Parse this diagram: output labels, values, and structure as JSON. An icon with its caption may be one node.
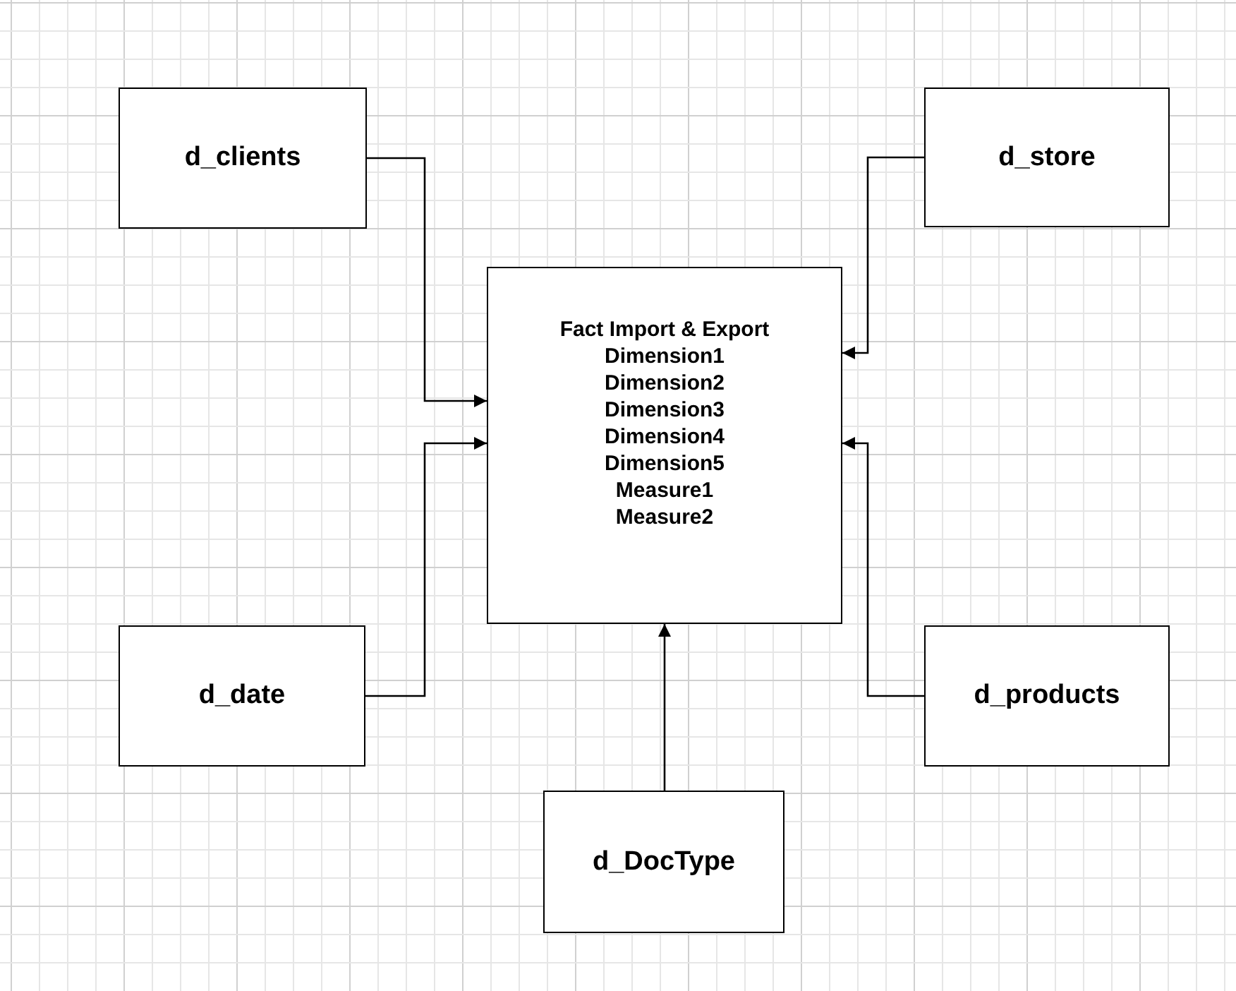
{
  "diagram": {
    "nodes": [
      {
        "text": [
          "d_clients"
        ]
      },
      {
        "text": [
          "d_store"
        ]
      },
      {
        "text": [
          "Fact Import & Export",
          "Dimension1",
          "Dimension2",
          "Dimension3",
          "Dimension4",
          "Dimension5",
          "Measure1",
          "Measure2"
        ]
      },
      {
        "text": [
          "d_date"
        ]
      },
      {
        "text": [
          "d_products"
        ]
      },
      {
        "text": [
          "d_DocType"
        ]
      }
    ],
    "edges": [
      {
        "from": 0,
        "to": 2,
        "arrow": "to"
      },
      {
        "from": 1,
        "to": 2,
        "arrow": "to"
      },
      {
        "from": 3,
        "to": 2,
        "arrow": "to"
      },
      {
        "from": 4,
        "to": 2,
        "arrow": "to"
      },
      {
        "from": 5,
        "to": 2,
        "arrow": "to"
      }
    ]
  }
}
